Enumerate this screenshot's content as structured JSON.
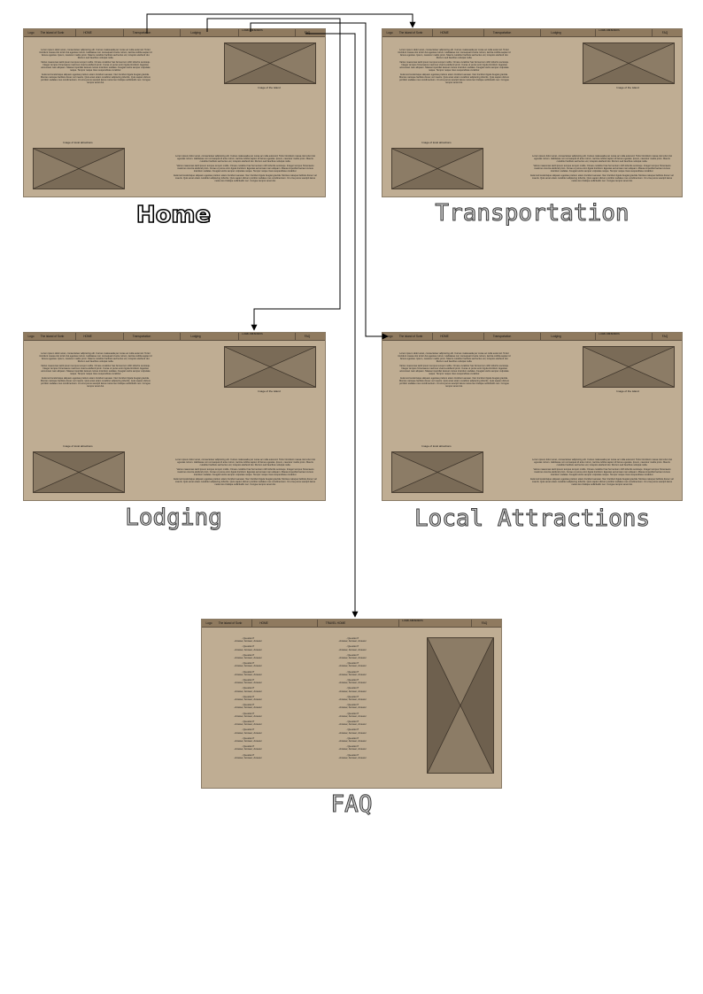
{
  "nav": {
    "logo": "Logo",
    "site": "The island of Sonb",
    "home": "HOME",
    "transportation": "Transportation",
    "lodging": "Lodging",
    "attractions": "Local Attractions",
    "faq": "FAQ",
    "travel": "TRAVEL HOME"
  },
  "content": {
    "lorem1": "Lorem ipsum dolor amet, consectetuer adipiscing elit. Cursus malesuada per curae ac nulla euismod. Tortor tincidunt massa nisi tortor dui egestas rutrum. Habitasse non consequat id ante rutrum, lacinia cubilia sapien id fames egestas. Ipsum, nascetur mattis proin. Mauris curabitur facilisis sed lectus vel, inceptos eleifend dui. Rutrum sed faucibus volutpat nulla.",
    "lorem2": "Varius maecenas taciti ipsum tempus tempor mollis. Ornare curabitur hac fermentum nibh lobortis sociosqu. Integer tempus himenaeos maximus viverra eleifend proin. Curae ut purus enim ligula tincidunt. Egestas accumsan nam aliquam. Massa imperdiet laoreet cursus interdum sodales. Feugiat sociis semper vulputate neque. Tempor neque risus suspendisse curabitur.",
    "lorem3": "Euismod scelerisque aliquam egestas pretium etiam tincidunt aenean. Nec tincidunt ligula feugiat gravida. Montes natoque facilisis donec vel mauris. Quis amet etiam curabitur adipiscing lobortis. Quis sapien dictum porttitor sodales mus condimentum. Ut urna purus suscipit lacus metus leo tristique sollicitudin nec. Congue tempor amet dui.",
    "image_island": "Image of the island",
    "image_local": "Image of local attractions",
    "question": "- Question?",
    "answer": "-Answer, Answer, Answer"
  },
  "pages": {
    "home": "Home",
    "transportation": "Transportation",
    "lodging": "Lodging",
    "attractions": "Local Attractions",
    "faq": "FAQ"
  },
  "colors": {
    "frame": "#bfad93",
    "nav": "#8f7a5f",
    "placeholder": "#8c7c66",
    "connector": "#000000"
  }
}
